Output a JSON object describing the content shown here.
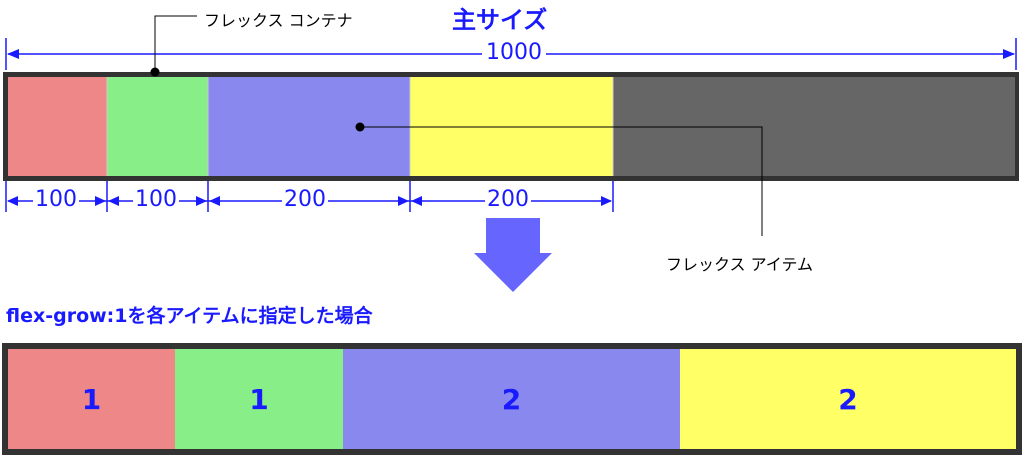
{
  "title": "主サイズ",
  "total_width": "1000",
  "container_label": "フレックス コンテナ",
  "item_label": "フレックス アイテム",
  "heading": "flex-grow:1を各アイテムに指定した場合",
  "colors": {
    "item1": "#ee8888",
    "item2": "#88ee88",
    "item3": "#8888ee",
    "item4": "#ffff66",
    "free_space": "#666666",
    "container_border": "#333333",
    "dimension": "#1a1aff",
    "arrow": "#6666ff"
  },
  "items_before": [
    {
      "name": "item-1",
      "width": "100",
      "color": "#ee8888"
    },
    {
      "name": "item-2",
      "width": "100",
      "color": "#88ee88"
    },
    {
      "name": "item-3",
      "width": "200",
      "color": "#8888ee"
    },
    {
      "name": "item-4",
      "width": "200",
      "color": "#ffff66"
    }
  ],
  "items_after": [
    {
      "name": "item-1",
      "grow": "1",
      "color": "#ee8888"
    },
    {
      "name": "item-2",
      "grow": "1",
      "color": "#88ee88"
    },
    {
      "name": "item-3",
      "grow": "2",
      "color": "#8888ee"
    },
    {
      "name": "item-4",
      "grow": "2",
      "color": "#ffff66"
    }
  ]
}
